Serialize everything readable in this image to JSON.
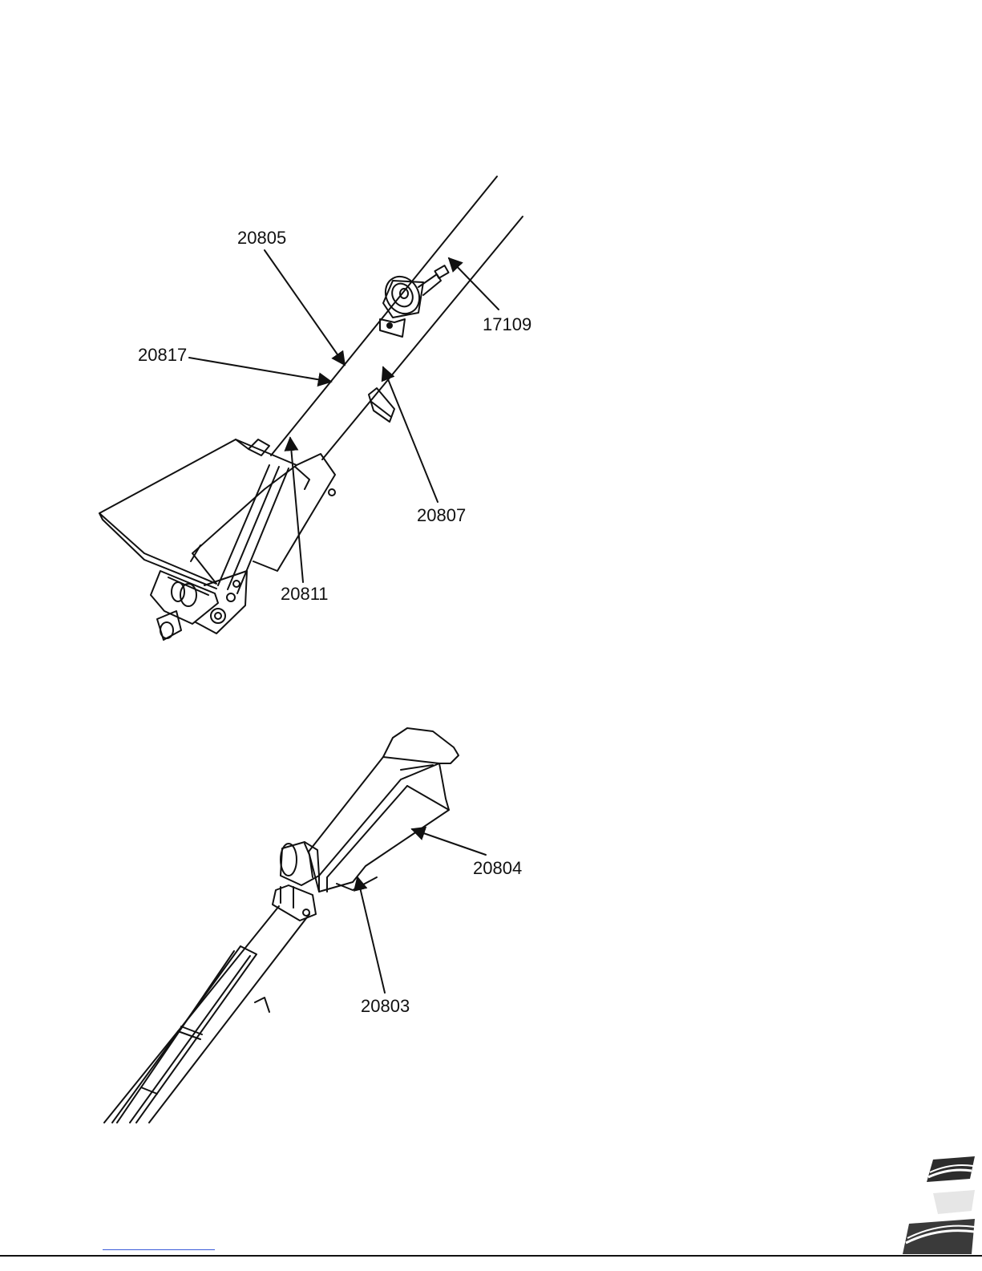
{
  "top_figure": {
    "callouts": [
      {
        "id": "20805",
        "label": "20805"
      },
      {
        "id": "17109",
        "label": "17109"
      },
      {
        "id": "20817",
        "label": "20817"
      },
      {
        "id": "20807",
        "label": "20807"
      },
      {
        "id": "20811",
        "label": "20811"
      }
    ]
  },
  "bottom_figure": {
    "callouts": [
      {
        "id": "20804",
        "label": "20804"
      },
      {
        "id": "20803",
        "label": "20803"
      }
    ]
  },
  "colors": {
    "line": "#111111",
    "background": "#ffffff",
    "link": "#3a5bd9"
  },
  "icons": [
    "company-logo-icon"
  ]
}
